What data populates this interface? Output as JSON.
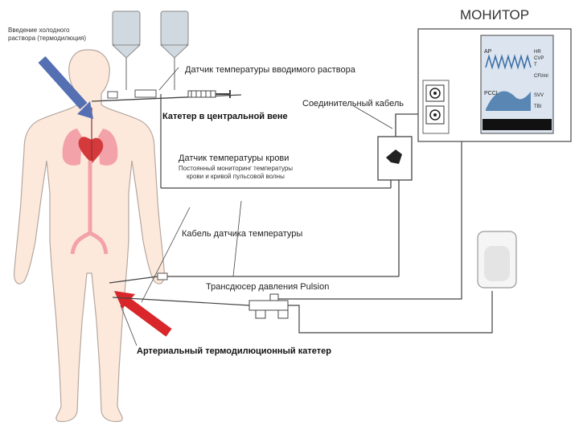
{
  "diagram": {
    "monitor_title": "МОНИТОР",
    "labels": {
      "cold_injection": [
        "Введение холодного",
        "раствора (термодилюция)"
      ],
      "injectate_temp_sensor": "Датчик температуры вводимого раствора",
      "central_venous_catheter": "Катетер в центральной вене",
      "connecting_cable": "Соединительный кабель",
      "blood_temp_sensor": "Датчик температуры крови",
      "continuous_monitoring": [
        "Постоянный мониторинг температуры",
        "крови и кривой пульсовой волны"
      ],
      "temp_sensor_cable": "Кабель датчика температуры",
      "pressure_transducer": "Трансдюсер давления Pulsion",
      "arterial_catheter": "Артериальный термодилюционный катетер"
    },
    "screen": {
      "ap": "AP",
      "pcci": "PCCI",
      "hr": "HR",
      "cvp": "CVP",
      "t": "T",
      "cfi": "CFI/ml",
      "svv": "SVV",
      "tbi": "TBI"
    }
  },
  "colors": {
    "body": "#fde9dc",
    "body_outline": "#b5a79f",
    "organs": "#f2a2a8",
    "heart": "#d43a3c",
    "blue_arrow": "#5470b3",
    "red_arrow": "#d8262a",
    "bag": "#cfd9df",
    "screen": "#dbe4ef"
  }
}
